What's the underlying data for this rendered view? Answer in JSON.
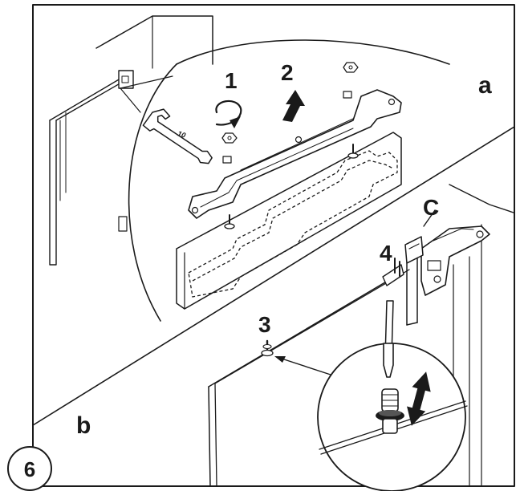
{
  "figure": {
    "number": "6",
    "panel_a": "a",
    "panel_b": "b",
    "steps": [
      "1",
      "2",
      "3",
      "4"
    ],
    "callout": "C",
    "wrench_size": "10"
  },
  "colors": {
    "line": "#1a1a1a",
    "arrow": "#1a1a1a",
    "background": "#ffffff"
  }
}
